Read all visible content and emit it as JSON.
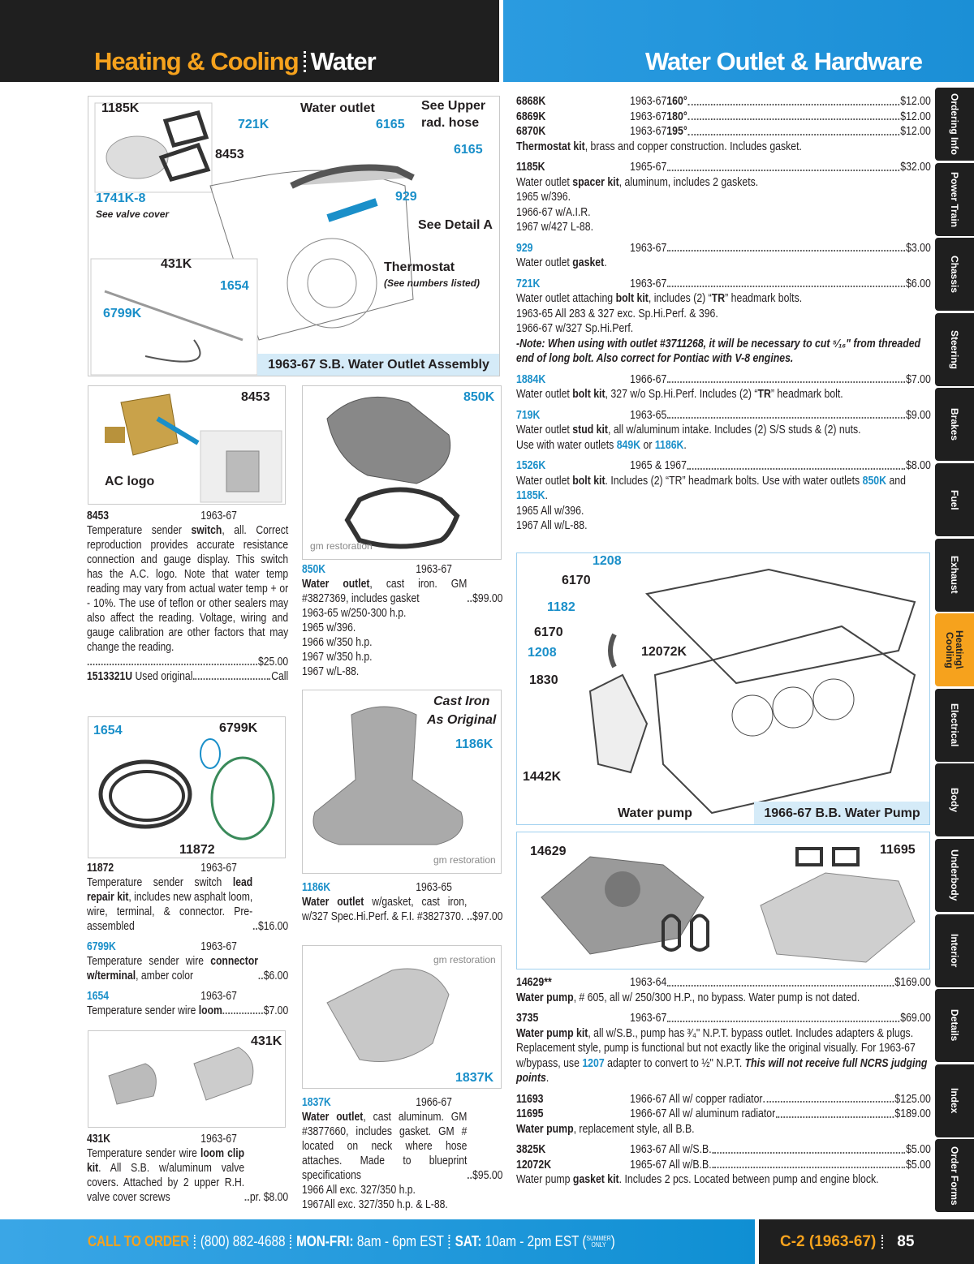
{
  "header": {
    "section": "Heating & Cooling",
    "subsection": "Water",
    "page_title": "Water Outlet & Hardware"
  },
  "colors": {
    "accent_orange": "#f6a21d",
    "accent_blue": "#1a8fc9",
    "header_blue": "#1b8fd6"
  },
  "tabs": [
    "Ordering Info",
    "Power Train",
    "Chassis",
    "Steering",
    "Brakes",
    "Fuel",
    "Exhaust",
    "Heating\\ Cooling",
    "Electrical",
    "Body",
    "Underbody",
    "Interior",
    "Details",
    "Index",
    "Order Forms"
  ],
  "active_tab": "Heating\\ Cooling",
  "figures": {
    "assembly": {
      "labels": [
        "1185K",
        "721K",
        "Water outlet",
        "6165",
        "See Upper",
        "rad. hose",
        "6165",
        "8453",
        "1741K-8",
        "See valve cover",
        "929",
        "See Detail A",
        "431K",
        "1654",
        "6799K",
        "Thermostat",
        "(See numbers listed)"
      ],
      "caption": "1963-67 S.B. Water Outlet Assembly"
    },
    "sender": {
      "labels": [
        "8453",
        "AC logo"
      ]
    },
    "lead": {
      "labels": [
        "1654",
        "6799K",
        "11872"
      ]
    },
    "clip": {
      "labels": [
        "431K"
      ]
    },
    "o850": {
      "labels": [
        "850K",
        "gm restoration"
      ]
    },
    "o1186": {
      "labels": [
        "Cast Iron",
        "As Original",
        "1186K",
        "gm restoration"
      ]
    },
    "o1837": {
      "labels": [
        "gm restoration",
        "1837K"
      ]
    },
    "bbpump": {
      "labels": [
        "1208",
        "6170",
        "1182",
        "6170",
        "1208",
        "12072K",
        "1830",
        "1442K",
        "Water pump"
      ],
      "caption": "1966-67 B.B. Water Pump"
    },
    "pumps": {
      "labels": [
        "14629",
        "11695"
      ]
    }
  },
  "left": {
    "entries": [
      {
        "rows": [
          {
            "part": "8453",
            "years": "1963-67"
          }
        ],
        "desc": [
          [
            [
              "Temperature sender "
            ],
            [
              "switch",
              "b"
            ],
            [
              ", all. Correct reproduction provides accurate resistance connection and gauge display. This switch has the A.C. logo. Note that water temp reading may vary from actual water temp + or - 10%. The use of teflon or other sealers may also affect the reading. Voltage, wiring and gauge calibration are other factors that may change the reading."
            ]
          ],
          {
            "segs": [],
            "price": "$25.00"
          },
          {
            "segs": [
              [
                "1513321U",
                "b"
              ],
              [
                " Used original"
              ]
            ],
            "price": "Call"
          }
        ]
      },
      {
        "gap": true
      },
      {
        "rows": [
          {
            "part": "11872",
            "years": "1963-67"
          }
        ],
        "desc": [
          {
            "segs": [
              [
                "Temperature sender switch "
              ],
              [
                "lead repair kit",
                "b"
              ],
              [
                ", includes new asphalt loom, wire, terminal, & connector. Pre-assembled"
              ]
            ],
            "price": "$16.00"
          }
        ]
      },
      {
        "rows": [
          {
            "part": "6799K",
            "blue": true,
            "years": "1963-67"
          }
        ],
        "desc": [
          {
            "segs": [
              [
                "Temperature sender wire "
              ],
              [
                "connector w/terminal",
                "b"
              ],
              [
                ", amber color"
              ]
            ],
            "price": "$6.00"
          }
        ]
      },
      {
        "rows": [
          {
            "part": "1654",
            "blue": true,
            "years": "1963-67"
          }
        ],
        "desc": [
          {
            "segs": [
              [
                "Temperature sender wire "
              ],
              [
                "loom",
                "b"
              ]
            ],
            "price": "$7.00"
          }
        ]
      },
      {
        "gap": true
      },
      {
        "rows": [
          {
            "part": "431K",
            "years": "1963-67"
          }
        ],
        "desc": [
          {
            "segs": [
              [
                "Temperature sender wire "
              ],
              [
                "loom clip kit",
                "b"
              ],
              [
                ". All S.B. w/aluminum valve covers. Attached by 2 upper R.H. valve cover screws"
              ]
            ],
            "price": "pr. $8.00"
          }
        ]
      }
    ]
  },
  "middle": {
    "entries": [
      {
        "rows": [
          {
            "part": "850K",
            "blue": true,
            "years": "1963-67"
          }
        ],
        "desc": [
          {
            "segs": [
              [
                "Water outlet",
                "b"
              ],
              [
                ", cast iron. GM #3827369, includes gasket"
              ]
            ],
            "price": "$99.00"
          },
          [
            [
              "1963-65 w/250-300 h.p."
            ]
          ],
          [
            [
              "1965 w/396."
            ]
          ],
          [
            [
              "1966 w/350 h.p."
            ]
          ],
          [
            [
              "1967 w/350 h.p."
            ]
          ],
          [
            [
              "1967 w/L-88."
            ]
          ]
        ]
      },
      {
        "gap": true
      },
      {
        "rows": [
          {
            "part": "1186K",
            "blue": true,
            "years": "1963-65"
          }
        ],
        "desc": [
          {
            "segs": [
              [
                "Water outlet",
                "b"
              ],
              [
                " w/gasket, cast iron, w/327 Spec.Hi.Perf. & F.I. #3827370."
              ]
            ],
            "price": "$97.00"
          }
        ]
      },
      {
        "gap": true
      },
      {
        "rows": [
          {
            "part": "1837K",
            "blue": true,
            "years": "1966-67"
          }
        ],
        "desc": [
          {
            "segs": [
              [
                "Water outlet",
                "b"
              ],
              [
                ", cast aluminum. GM #3877660, includes gasket. GM # located on neck where hose attaches. Made to blueprint specifications"
              ]
            ],
            "price": "$95.00"
          },
          [
            [
              "1966 All exc. 327/350 h.p."
            ]
          ],
          [
            [
              "1967All exc. 327/350 h.p. & L-88."
            ]
          ]
        ]
      }
    ]
  },
  "right": {
    "entries": [
      {
        "rows": [
          {
            "part": "6868K",
            "years": "1963-67 ",
            "temp": "160°",
            "price": "$12.00"
          },
          {
            "part": "6869K",
            "years": "1963-67 ",
            "temp": "180°",
            "price": "$12.00"
          },
          {
            "part": "6870K",
            "years": "1963-67 ",
            "temp": "195°",
            "price": "$12.00"
          }
        ],
        "desc": [
          [
            [
              "Thermostat kit",
              "b"
            ],
            [
              ", brass and copper construction. Includes gasket."
            ]
          ]
        ]
      },
      {
        "rows": [
          {
            "part": "1185K",
            "years": "1965-67",
            "price": "$32.00"
          }
        ],
        "desc": [
          [
            [
              "Water outlet "
            ],
            [
              "spacer kit",
              "b"
            ],
            [
              ", aluminum, includes 2 gaskets."
            ]
          ],
          [
            [
              "1965 w/396."
            ]
          ],
          [
            [
              "1966-67 w/A.I.R."
            ]
          ],
          [
            [
              "1967 w/427 L-88."
            ]
          ]
        ]
      },
      {
        "rows": [
          {
            "part": "929",
            "blue": true,
            "years": "1963-67",
            "price": "$3.00"
          }
        ],
        "desc": [
          [
            [
              "Water outlet "
            ],
            [
              "gasket",
              "b"
            ],
            [
              "."
            ]
          ]
        ]
      },
      {
        "rows": [
          {
            "part": "721K",
            "blue": true,
            "years": "1963-67",
            "price": "$6.00"
          }
        ],
        "desc": [
          [
            [
              "Water outlet attaching "
            ],
            [
              "bolt kit",
              "b"
            ],
            [
              ", includes (2) “"
            ],
            [
              "TR",
              "b"
            ],
            [
              "” headmark bolts."
            ]
          ],
          [
            [
              "1963-65 All 283 & 327 exc. Sp.Hi.Perf. & 396."
            ]
          ],
          [
            [
              "1966-67 w/327 Sp.Hi.Perf."
            ]
          ],
          [
            [
              "-Note: When using with outlet #3711268, it will be necessary to cut ⁵⁄₁₆\" from threaded end of long bolt. Also correct for Pontiac with V-8 engines.",
              "bi"
            ]
          ]
        ]
      },
      {
        "rows": [
          {
            "part": "1884K",
            "blue": true,
            "years": "1966-67",
            "price": "$7.00"
          }
        ],
        "desc": [
          [
            [
              "Water outlet "
            ],
            [
              "bolt kit",
              "b"
            ],
            [
              ", 327 w/o Sp.Hi.Perf. Includes (2) “"
            ],
            [
              "TR",
              "b"
            ],
            [
              "” headmark bolt."
            ]
          ]
        ]
      },
      {
        "rows": [
          {
            "part": "719K",
            "blue": true,
            "years": "1963-65",
            "price": "$9.00"
          }
        ],
        "desc": [
          [
            [
              "Water outlet "
            ],
            [
              "stud kit",
              "b"
            ],
            [
              ", all w/aluminum intake. Includes (2) S/S studs & (2) nuts."
            ]
          ],
          [
            [
              "Use with water outlets "
            ],
            [
              "849K",
              "l"
            ],
            [
              " or "
            ],
            [
              "1186K",
              "l"
            ],
            [
              "."
            ]
          ]
        ]
      },
      {
        "rows": [
          {
            "part": "1526K",
            "blue": true,
            "years": "1965 & 1967",
            "price": "$8.00"
          }
        ],
        "desc": [
          [
            [
              "Water outlet "
            ],
            [
              "bolt kit",
              "b"
            ],
            [
              ". Includes (2) “TR” headmark bolts. Use with water outlets "
            ],
            [
              "850K",
              "l"
            ],
            [
              " and "
            ],
            [
              "1185K",
              "l"
            ],
            [
              "."
            ]
          ],
          [
            [
              "1965 All w/396."
            ]
          ],
          [
            [
              "1967 All w/L-88."
            ]
          ]
        ]
      }
    ],
    "entries2": [
      {
        "rows": [
          {
            "part": "14629**",
            "years": "1963-64",
            "price": "$169.00"
          }
        ],
        "desc": [
          [
            [
              "Water pump",
              "b"
            ],
            [
              ", # 605, all w/ 250/300 H.P., no bypass. Water pump is not dated."
            ]
          ]
        ]
      },
      {
        "rows": [
          {
            "part": "3735",
            "years": "1963-67",
            "price": "$69.00"
          }
        ],
        "desc": [
          [
            [
              "Water pump kit",
              "b"
            ],
            [
              ", all w/S.B., pump has ³⁄₄\" N.P.T. bypass outlet. Includes adapters & plugs. Replacement style, pump is functional but not exactly like the original visually. For 1963-67 w/bypass, use "
            ],
            [
              "1207",
              "l"
            ],
            [
              " adapter to convert to ½\" N.P.T. "
            ],
            [
              "This will not receive full NCRS judging points",
              "bi"
            ],
            [
              "."
            ]
          ]
        ]
      },
      {
        "rows": [
          {
            "part": "11693",
            "years": "1966-67 All w/ copper radiator",
            "price": "$125.00"
          },
          {
            "part": "11695",
            "years": "1966-67 All w/ aluminum radiator",
            "price": "$189.00"
          }
        ],
        "desc": [
          [
            [
              "Water pump",
              "b"
            ],
            [
              ", replacement style, all B.B."
            ]
          ]
        ]
      },
      {
        "rows": [
          {
            "part": "3825K",
            "years": "1963-67 All w/S.B.",
            "price": "$5.00"
          },
          {
            "part": "12072K",
            "years": "1965-67 All w/B.B.",
            "price": "$5.00"
          }
        ],
        "desc": [
          [
            [
              "Water pump "
            ],
            [
              "gasket kit",
              "b"
            ],
            [
              ". Includes 2 pcs. Located between pump and engine block."
            ]
          ]
        ]
      }
    ]
  },
  "footer": {
    "call": "CALL TO ORDER",
    "phone": "(800) 882-4688",
    "weekday_label": "MON-FRI:",
    "weekday_hours": "8am - 6pm EST",
    "sat_label": "SAT:",
    "sat_hours": "10am - 2pm EST (",
    "summer_top": "SUMMER",
    "summer_bottom": "ONLY",
    "close": ")",
    "section_code": "C-2 (1963-67)",
    "page_number": "85"
  }
}
